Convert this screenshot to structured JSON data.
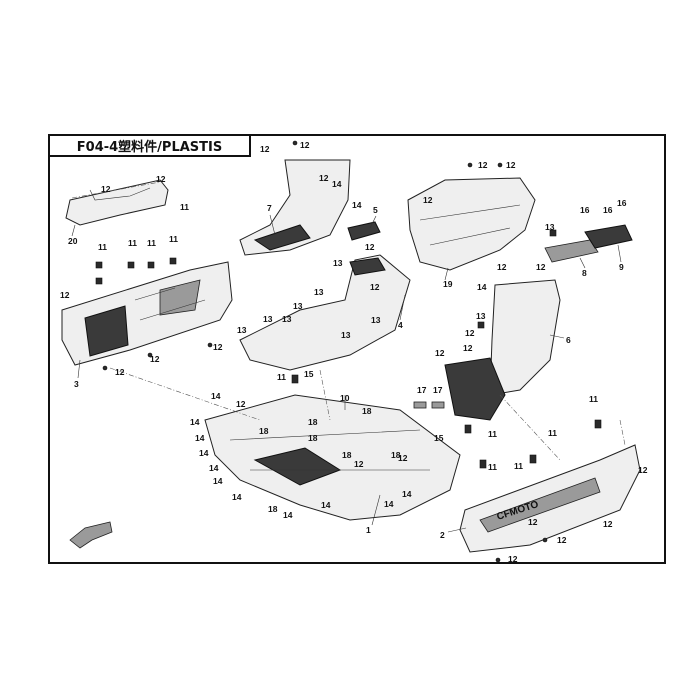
{
  "title": "F04-4塑料件/PLASTIS",
  "part_numbers": [
    "1",
    "2",
    "3",
    "4",
    "5",
    "6",
    "7",
    "8",
    "9",
    "10",
    "11",
    "12",
    "13",
    "14",
    "15",
    "16",
    "17",
    "18",
    "19",
    "20"
  ],
  "brand_mark": "CFMOTO",
  "callouts": {
    "one": "1",
    "two": "2",
    "three": "3",
    "four": "4",
    "five": "5",
    "six": "6",
    "seven": "7",
    "eight": "8",
    "nine": "9",
    "ten": "10",
    "eleven": "11",
    "twelve": "12",
    "thirteen": "13",
    "fourteen": "14",
    "fifteen": "15",
    "sixteen": "16",
    "seventeen": "17",
    "eighteen": "18",
    "nineteen": "19",
    "twenty": "20"
  }
}
